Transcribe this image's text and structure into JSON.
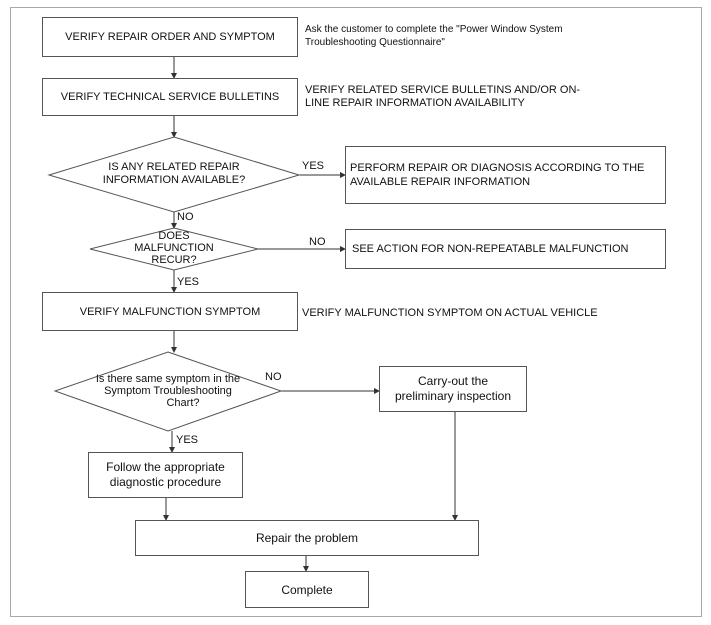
{
  "steps": {
    "verify_repair_order": "VERIFY REPAIR ORDER AND SYMPTOM",
    "verify_tsb": "VERIFY TECHNICAL SERVICE BULLETINS",
    "verify_malfunction_symptom": "VERIFY MALFUNCTION SYMPTOM",
    "follow_procedure_1": "Follow the appropriate",
    "follow_procedure_2": "diagnostic procedure",
    "carry_out_1": "Carry-out the",
    "carry_out_2": "preliminary inspection",
    "repair": "Repair the problem",
    "complete": "Complete",
    "perform_repair_1": "PERFORM REPAIR OR DIAGNOSIS ACCORDING TO THE",
    "perform_repair_2": "AVAILABLE REPAIR INFORMATION",
    "see_action": "SEE ACTION FOR NON-REPEATABLE MALFUNCTION"
  },
  "notes": {
    "questionnaire_1": "Ask the customer to complete the \"Power Window System",
    "questionnaire_2": "Troubleshooting Questionnaire\"",
    "bulletins_1": "VERIFY RELATED SERVICE BULLETINS AND/OR ON-",
    "bulletins_2": "LINE REPAIR INFORMATION AVAILABILITY",
    "actual_vehicle": "VERIFY MALFUNCTION SYMPTOM ON ACTUAL VEHICLE"
  },
  "decisions": {
    "repair_info_1": "IS ANY RELATED REPAIR",
    "repair_info_2": "INFORMATION AVAILABLE?",
    "recur_1": "DOES",
    "recur_2": "MALFUNCTION",
    "recur_3": "RECUR?",
    "symptom_1": "Is there same symptom in the",
    "symptom_2": "Symptom Troubleshooting",
    "symptom_3": "Chart?"
  },
  "labels": {
    "yes": "YES",
    "no": "NO"
  }
}
